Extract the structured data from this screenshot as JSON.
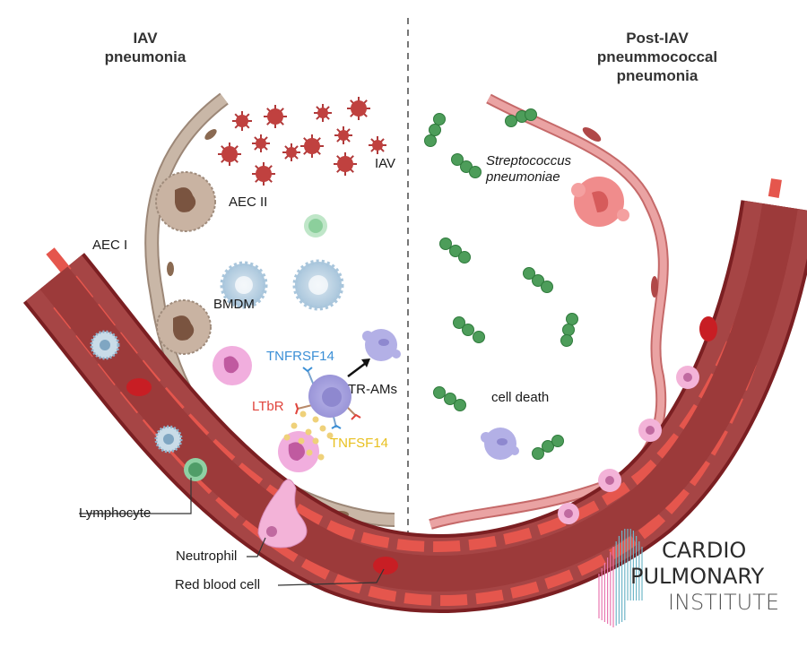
{
  "panels": {
    "left_title": [
      "IAV",
      "pneumonia"
    ],
    "right_title": [
      "Post-IAV",
      "pneummococcal",
      "pneumonia"
    ]
  },
  "labels": {
    "iav": "IAV",
    "aec2": "AEC II",
    "aec1": "AEC I",
    "bmdm": "BMDM",
    "tnfrsf14": "TNFRSF14",
    "tr_ams": "TR-AMs",
    "ltbr": "LTbR",
    "tnfsf14": "TNFSF14",
    "lymphocyte": "Lymphocyte",
    "neutrophil": "Neutrophil",
    "rbc": "Red blood cell",
    "strep_1": "Streptococcus",
    "strep_2": "pneumoniae",
    "cell_death": "cell death"
  },
  "label_colors": {
    "tnfrsf14": "#3b8fd6",
    "ltbr": "#e0443c",
    "tnfsf14": "#e8c020"
  },
  "logo": {
    "line1": "CARDIO",
    "line2": "PULMONARY",
    "line3": "INSTITUTE"
  }
}
